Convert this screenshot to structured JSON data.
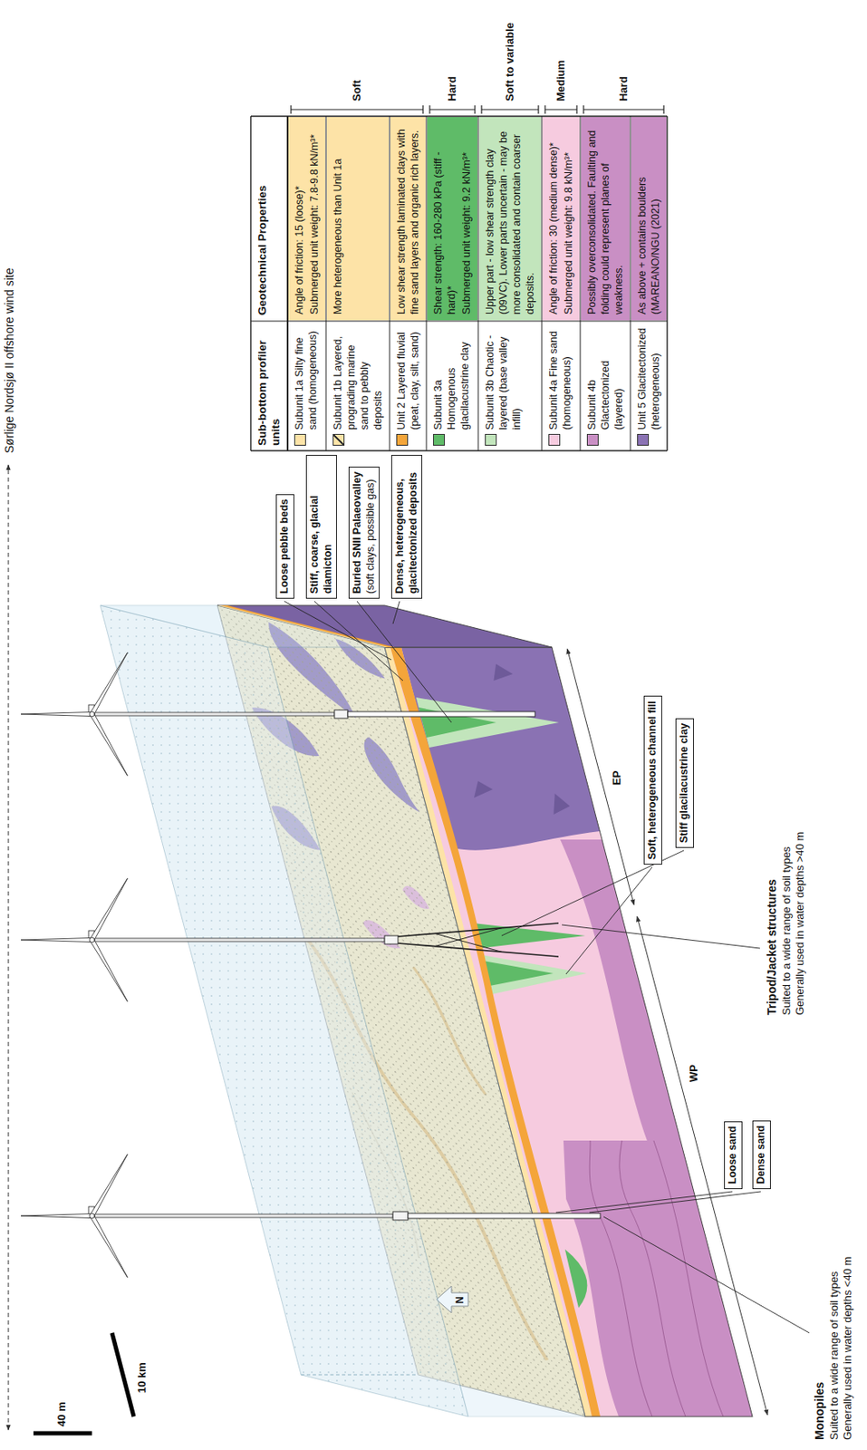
{
  "diagram": {
    "nodes": [
      {
        "text": [
          "Loose pebble beds"
        ]
      },
      {
        "text": [
          "Stiff, coarse, glacial diamicton"
        ]
      },
      {
        "text": [
          "Buried SNII Palaeovalley",
          "(soft clays, possible gas)"
        ]
      },
      {
        "text": [
          "Dense, heterogeneous, glacitectonized deposits"
        ]
      },
      {
        "text": [
          "Soft, heterogeneous channel fill"
        ]
      },
      {
        "text": [
          "Stiff glacilacustrine clay"
        ]
      },
      {
        "text": [
          "Loose sand"
        ]
      },
      {
        "text": [
          "Dense sand"
        ]
      },
      {
        "text": [
          "Angle of friction: 15 (loose)*",
          "Submerged unit weight: 7.8-9.8 kN/m³*"
        ]
      },
      {
        "text": [
          "More heterogeneous than Unit 1a"
        ]
      },
      {
        "text": [
          "Low shear strength laminated clays with fine sand layers and organic rich layers."
        ]
      },
      {
        "text": [
          "Shear strength: 160-280 kPa (stiff - hard)*",
          "Submerged unit weight: 9.2 kN/m³*"
        ]
      },
      {
        "text": [
          "Upper part - low shear strength clay (09VC). Lower parts uncertain - may be more consolidated and contain coarser deposits."
        ]
      },
      {
        "text": [
          "Angle of friction: 30 (medium dense)*",
          "Submerged unit weight: 9.8 kN/m³*"
        ]
      },
      {
        "text": [
          "Possibly overconsolidated. Faulting and folding could represent planes of weakness."
        ]
      },
      {
        "text": [
          "As above + contains boulders (MAREANO/NGU (2021)"
        ]
      }
    ],
    "labels": [
      "Sørlige Nordsjø II offshore wind site",
      "40 m",
      "10 km",
      "N",
      "EP",
      "WP",
      "Monopiles",
      "Suited to a wide range of soil types",
      "Generally used in water depths <40 m",
      "Tripod/Jacket structures",
      "Suited to a wide range of soil types",
      "Generally used in water depths >40 m",
      "Sub-bottom profiler units",
      "Geotechnical Properties",
      "Soft",
      "Hard",
      "Soft to variable",
      "Medium",
      "Hard"
    ],
    "legend": [
      {
        "text": "Subunit 1a Silty fine sand (homogeneous)",
        "color": "#fde3a7"
      },
      {
        "text": "Subunit 1b Layered, prograding marine sand to pebbly deposits",
        "color": "#fde3a7"
      },
      {
        "text": "Unit 2 Layered fluvial (peat, clay, silt, sand)",
        "color": "#f4a53a"
      },
      {
        "text": "Subunit 3a Homogenous glacilacustrine clay",
        "color": "#5fbb68"
      },
      {
        "text": "Subunit 3b Chaotic - layered (base valley infill)",
        "color": "#c2e5bc"
      },
      {
        "text": "Subunit 4a Fine sand (homogeneous)",
        "color": "#f6cbdf"
      },
      {
        "text": "Subunit 4b Glactectonized (layered)",
        "color": "#c98fc4"
      },
      {
        "text": "Unit 5 Glacitectonized (heterogeneous)",
        "color": "#8a72b3"
      }
    ]
  }
}
